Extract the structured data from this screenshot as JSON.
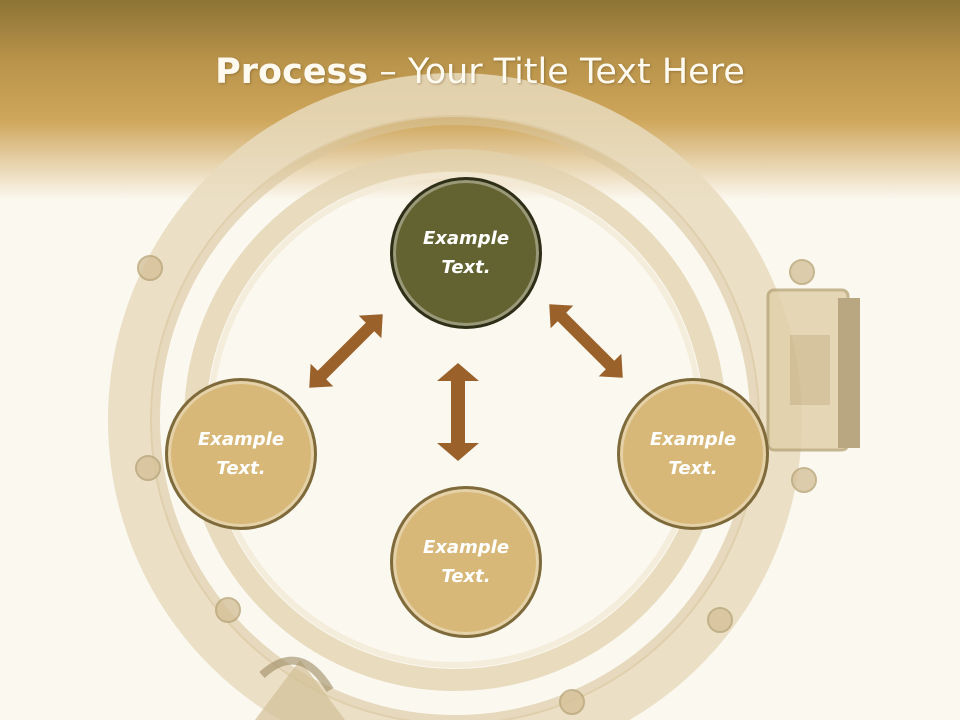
{
  "title": {
    "bold": "Process",
    "rest": " – Your Title Text Here"
  },
  "nodes": {
    "top": "Example\nText.",
    "left": "Example\nText.",
    "right": "Example\nText.",
    "bottom": "Example\nText."
  },
  "colors": {
    "header": "#c9a158",
    "accent_dark": "#636332",
    "node_fill": "#d8b878",
    "arrow": "#9a622a"
  }
}
